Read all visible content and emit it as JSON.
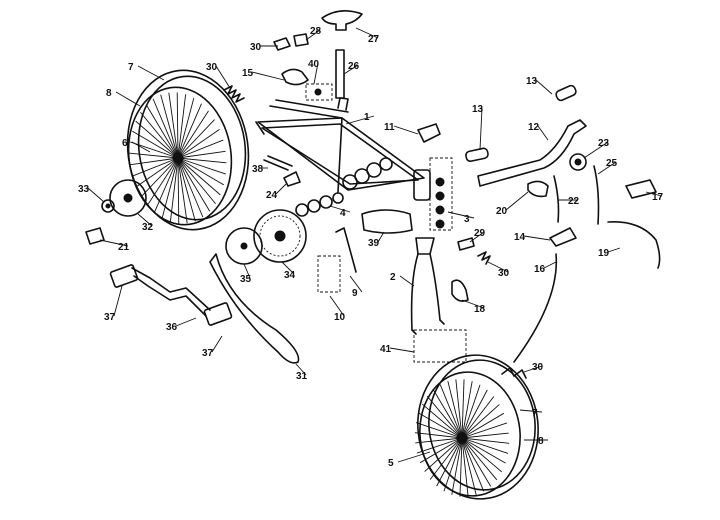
{
  "callouts": [
    "1",
    "2",
    "3",
    "4",
    "5",
    "6",
    "7",
    "8",
    "9",
    "10",
    "11",
    "12",
    "13",
    "14",
    "15",
    "16",
    "17",
    "18",
    "19",
    "20",
    "21",
    "22",
    "23",
    "24",
    "25",
    "26",
    "27",
    "28",
    "29",
    "30",
    "31",
    "32",
    "33",
    "34",
    "35",
    "36",
    "37",
    "38",
    "39",
    "40",
    "41"
  ]
}
